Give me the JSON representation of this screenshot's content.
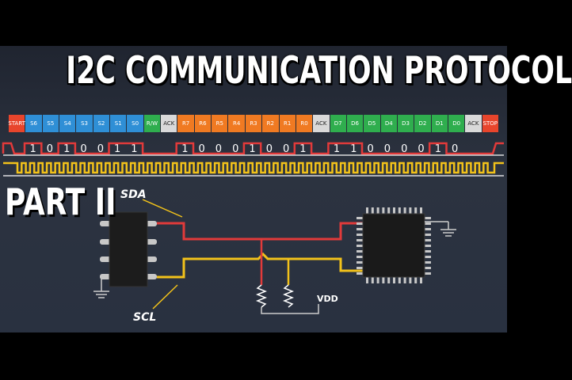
{
  "title": "I2C COMMUNICATION PROTOCOL",
  "subtitle": "PART II",
  "frame": {
    "cells": [
      {
        "text": "START",
        "color": "#e8452c"
      },
      {
        "text": "S6",
        "color": "#2f8fd6"
      },
      {
        "text": "S5",
        "color": "#2f8fd6"
      },
      {
        "text": "S4",
        "color": "#2f8fd6"
      },
      {
        "text": "S3",
        "color": "#2f8fd6"
      },
      {
        "text": "S2",
        "color": "#2f8fd6"
      },
      {
        "text": "S1",
        "color": "#2f8fd6"
      },
      {
        "text": "S0",
        "color": "#2f8fd6"
      },
      {
        "text": "R/W",
        "color": "#2fae4e"
      },
      {
        "text": "ACK",
        "color": "#d9d9d9"
      },
      {
        "text": "R7",
        "color": "#f07a22"
      },
      {
        "text": "R6",
        "color": "#f07a22"
      },
      {
        "text": "R5",
        "color": "#f07a22"
      },
      {
        "text": "R4",
        "color": "#f07a22"
      },
      {
        "text": "R3",
        "color": "#f07a22"
      },
      {
        "text": "R2",
        "color": "#f07a22"
      },
      {
        "text": "R1",
        "color": "#f07a22"
      },
      {
        "text": "R0",
        "color": "#f07a22"
      },
      {
        "text": "ACK",
        "color": "#d9d9d9"
      },
      {
        "text": "D7",
        "color": "#2fae4e"
      },
      {
        "text": "D6",
        "color": "#2fae4e"
      },
      {
        "text": "D5",
        "color": "#2fae4e"
      },
      {
        "text": "D4",
        "color": "#2fae4e"
      },
      {
        "text": "D3",
        "color": "#2fae4e"
      },
      {
        "text": "D2",
        "color": "#2fae4e"
      },
      {
        "text": "D1",
        "color": "#2fae4e"
      },
      {
        "text": "D0",
        "color": "#2fae4e"
      },
      {
        "text": "ACK",
        "color": "#d9d9d9"
      },
      {
        "text": "STOP",
        "color": "#e8452c"
      }
    ],
    "bits": [
      "1",
      "0",
      "1",
      "0",
      "0",
      "1",
      "1",
      "",
      "",
      "1",
      "0",
      "0",
      "0",
      "1",
      "0",
      "0",
      "1",
      "",
      "1",
      "1",
      "0",
      "0",
      "0",
      "0",
      "1",
      "0"
    ],
    "sda_color": "#e23a3a",
    "scl_color": "#f2c21a"
  },
  "circuit": {
    "sda_label": "SDA",
    "scl_label": "SCL",
    "vdd_label": "VDD"
  }
}
